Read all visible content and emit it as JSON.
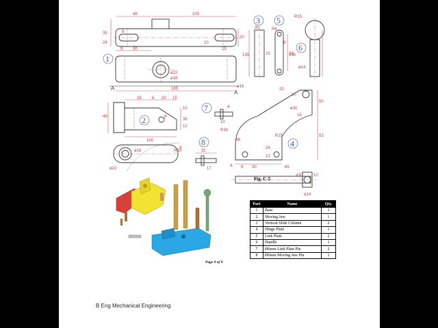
{
  "figure": {
    "caption": "Fig. C-5",
    "balloons": [
      "1",
      "2",
      "3",
      "4",
      "5",
      "6",
      "7",
      "8"
    ],
    "section_label": "A",
    "dimensions": {
      "part1": [
        "48",
        "100",
        "35",
        "8",
        "29",
        "20",
        "9",
        "30",
        "10",
        "15",
        "ø22",
        "ø16",
        "165"
      ],
      "part2": [
        "26",
        "6",
        "20",
        "15",
        "48",
        "10",
        "6",
        "36",
        "12",
        "100",
        "ø16",
        "ø22",
        "R60",
        "8"
      ],
      "part3_5": [
        "30",
        "15",
        "135",
        "R6",
        "8",
        "30"
      ],
      "part6": [
        "R15",
        "146",
        "ø14"
      ],
      "part7_8": [
        "4",
        "32",
        "10",
        "17"
      ],
      "part4": [
        "ø16",
        "20",
        "10",
        "ø30",
        "16",
        "ø6",
        "R30",
        "R15",
        "53",
        "24",
        "10",
        "4",
        "9",
        "30",
        "65",
        "10",
        "ø30",
        "ø14",
        "50"
      ]
    }
  },
  "parts_table": {
    "headers": [
      "Part",
      "Name",
      "Qty."
    ],
    "rows": [
      {
        "part": "1",
        "name": "Base",
        "qty": "1"
      },
      {
        "part": "2",
        "name": "Moving Jaw",
        "qty": "1"
      },
      {
        "part": "3",
        "name": "Vertical Slide Column",
        "qty": "2"
      },
      {
        "part": "4",
        "name": "Hinge Plate",
        "qty": "1"
      },
      {
        "part": "5",
        "name": "Link Plate",
        "qty": "2"
      },
      {
        "part": "6",
        "name": "Handle",
        "qty": "1"
      },
      {
        "part": "7",
        "name": "Ø6mm Link Plate Pin",
        "qty": "2"
      },
      {
        "part": "8",
        "name": "Ø6mm Moving Jaw Pin",
        "qty": "1"
      }
    ]
  },
  "page_number": "Page 9 of 9",
  "footer": "B Eng Mechanical Engineering",
  "colors": {
    "dimension": "#d45050",
    "balloon": "#6a7fb0",
    "base_model": "#2aa7e4",
    "jaw_model": "#f2e232",
    "hinge_model": "#d9403a",
    "column_model": "#c8a04a",
    "handle_model": "#78a878"
  }
}
